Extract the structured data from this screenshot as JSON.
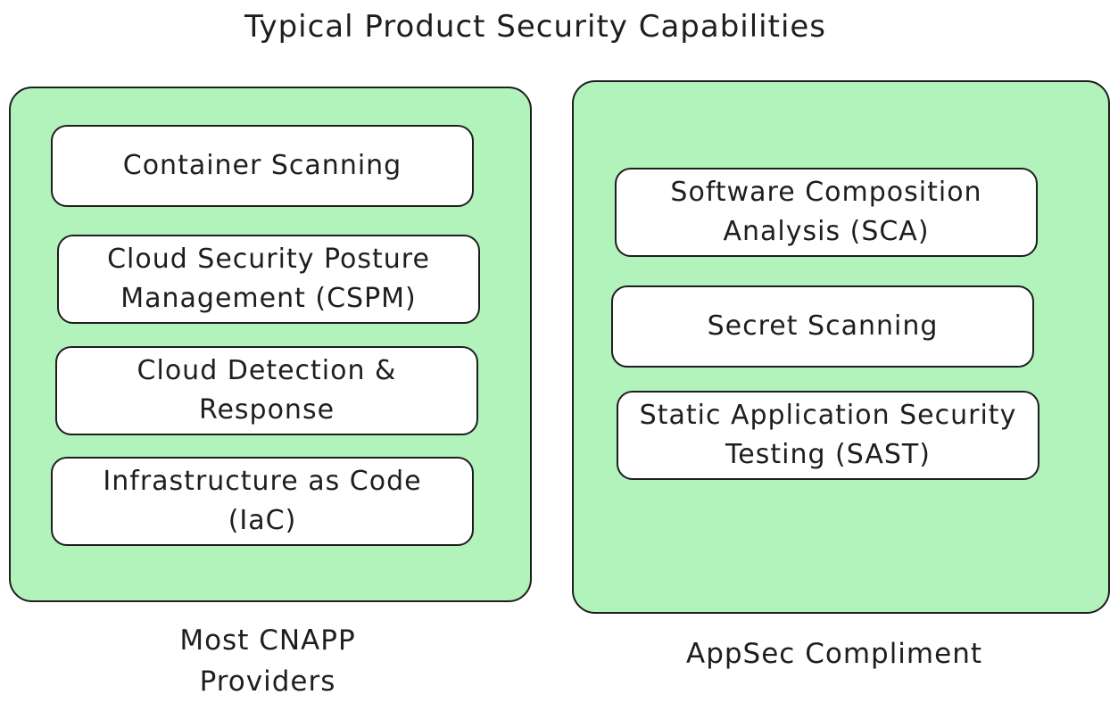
{
  "title": "Typical Product Security Capabilities",
  "colors": {
    "group_fill": "#b2f2bb",
    "card_fill": "#ffffff",
    "stroke": "#1e1e1e"
  },
  "groups": [
    {
      "label": "Most CNAPP Providers",
      "items": [
        "Container Scanning",
        "Cloud Security Posture Management (CSPM)",
        "Cloud Detection & Response",
        "Infrastructure as Code (IaC)"
      ]
    },
    {
      "label": "AppSec Compliment",
      "items": [
        "Software Composition Analysis (SCA)",
        "Secret Scanning",
        "Static Application Security Testing (SAST)"
      ]
    }
  ]
}
